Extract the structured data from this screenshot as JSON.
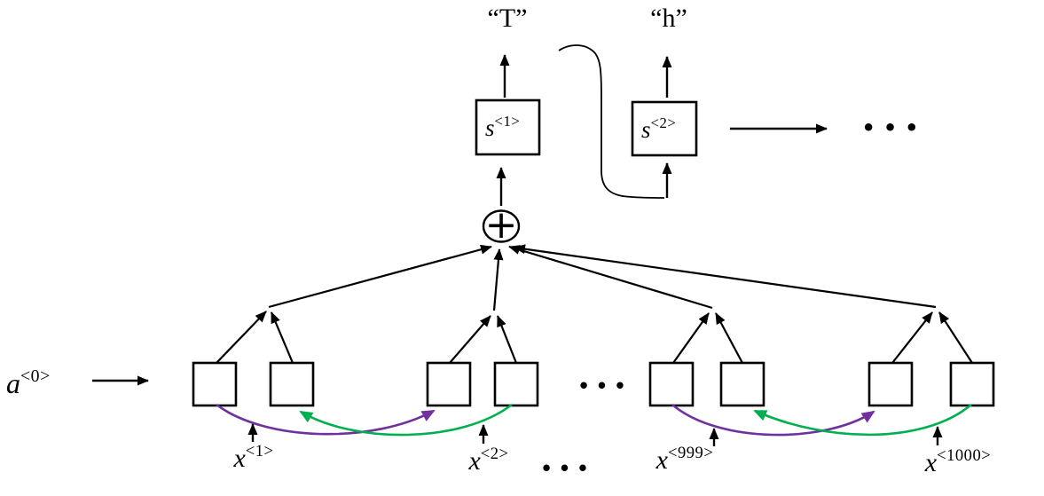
{
  "diagram": {
    "outputs": {
      "word1": "“T”",
      "word2": "“h”"
    },
    "states": {
      "s1": {
        "base": "s",
        "sup": "<1>"
      },
      "s2": {
        "base": "s",
        "sup": "<2>"
      }
    },
    "initial_activation": {
      "base": "a",
      "sup": "<0>"
    },
    "inputs": {
      "x1": {
        "base": "x",
        "sup": "<1>"
      },
      "x2": {
        "base": "x",
        "sup": "<2>"
      },
      "x999": {
        "base": "x",
        "sup": "<999>"
      },
      "x1000": {
        "base": "x",
        "sup": "<1000>"
      }
    },
    "operator": {
      "plus": "+"
    },
    "ellipsis": {
      "top_right": "•••",
      "mid_row": "•••",
      "bottom_row": "•••"
    },
    "colors": {
      "line": "#000000",
      "forward_arc": "#7030A0",
      "backward_arc": "#00B050"
    }
  }
}
